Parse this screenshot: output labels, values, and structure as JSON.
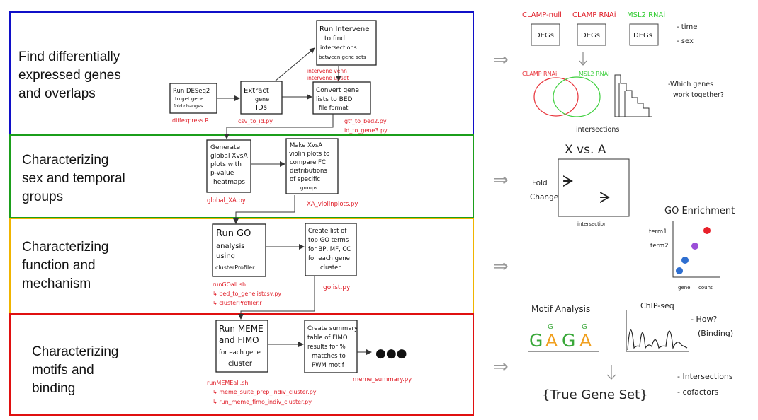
{
  "stages": [
    {
      "label_lines": [
        "Find differentially",
        "expressed genes",
        "and overlaps"
      ],
      "color": "#1010c8"
    },
    {
      "label_lines": [
        "Characterizing",
        "sex and temporal",
        "groups"
      ],
      "color": "#1b9e1b"
    },
    {
      "label_lines": [
        "Characterizing",
        "function and",
        "mechanism"
      ],
      "color": "#f0b400"
    },
    {
      "label_lines": [
        "Characterizing",
        "motifs and",
        "binding"
      ],
      "color": "#e01010"
    }
  ],
  "boxes": {
    "deseq2": [
      "Run DESeq2",
      "to get gene",
      "fold changes"
    ],
    "extract": [
      "Extract",
      "gene",
      "IDs"
    ],
    "intervene": [
      "Run Intervene",
      "to find",
      "intersections",
      "between gene sets"
    ],
    "convert": [
      "Convert gene",
      "lists to BED",
      "file format"
    ],
    "global_xa": [
      "Generate",
      "global XvsA",
      "plots with",
      "p-value",
      "heatmaps"
    ],
    "violin": [
      "Make XvsA",
      "violin plots to",
      "compare FC",
      "distributions",
      "of specific",
      "groups"
    ],
    "go": [
      "Run GO",
      "analysis",
      "using",
      "clusterProfiler"
    ],
    "golist": [
      "Create list of",
      "top GO terms",
      "for BP, MF, CC",
      "for each gene",
      "cluster"
    ],
    "meme": [
      "Run MEME",
      "and FIMO",
      "for each gene",
      "cluster"
    ],
    "summary": [
      "Create summary",
      "table of FIMO",
      "results for %",
      "matches to",
      "PWM motif"
    ]
  },
  "scripts": {
    "diffexpress": "diffexpress.R",
    "csv_to_id": "csv_to_id.py",
    "intervene_cmds": [
      "intervene venn",
      "intervene upset"
    ],
    "bed_scripts": [
      "gtf_to_bed2.py",
      "id_to_gene3.py"
    ],
    "global_xa": "global_XA.py",
    "xa_violin": "XA_violinplots.py",
    "go_scripts": [
      "runGOall.sh",
      "↳ bed_to_genelistcsv.py",
      "↳ clusterProfiler.r"
    ],
    "golist": "golist.py",
    "meme_scripts": [
      "runMEMEall.sh",
      "↳ meme_suite_prep_indiv_cluster.py",
      "↳ run_meme_fimo_indiv_cluster.py"
    ],
    "meme_summary": "meme_summary.py",
    "ellipsis": "●●●"
  },
  "right": {
    "arrows": [
      "⇒",
      "⇒",
      "⇒",
      "⇒"
    ],
    "conditions": [
      "CLAMP-null",
      "CLAMP RNAi",
      "MSL2 RNAi"
    ],
    "degs": [
      "DEGs",
      "DEGs",
      "DEGs"
    ],
    "time_sex": [
      "- time",
      "- sex"
    ],
    "venn_labels": [
      "CLAMP RNAi",
      "MSL2 RNAi"
    ],
    "which_genes": [
      "-Which genes",
      "work together?"
    ],
    "intersections_label": "intersections",
    "xa_title": "X vs. A",
    "fold_change": [
      "Fold",
      "Change"
    ],
    "xa_xlabel": "intersection",
    "box_glyph": "ᗒ",
    "go_title": "GO Enrichment",
    "go_terms": [
      "term1",
      "term2",
      ":"
    ],
    "go_axis": [
      "gene",
      "count"
    ],
    "motif_title": "Motif Analysis",
    "motif_letters": [
      "G",
      "A",
      "G",
      "A"
    ],
    "motif_top_letters": [
      "G",
      "G"
    ],
    "chip_title": "ChIP-seq",
    "how": [
      "- How?",
      "(Binding)"
    ],
    "true_gene_set": "{True Gene Set}",
    "final_list": [
      "- Intersections",
      "- cofactors"
    ]
  },
  "colors": {
    "script_red": "#e0202a",
    "venn_red": "#e8333a",
    "venn_green": "#3fd03f",
    "condition_red": "#e0202a",
    "condition_green": "#33cc33",
    "dot_red": "#e8202a",
    "dot_purple": "#9b4fd8",
    "dot_blue": "#2f6fd0",
    "motif_green": "#3aa83a",
    "motif_orange": "#f0a020"
  }
}
